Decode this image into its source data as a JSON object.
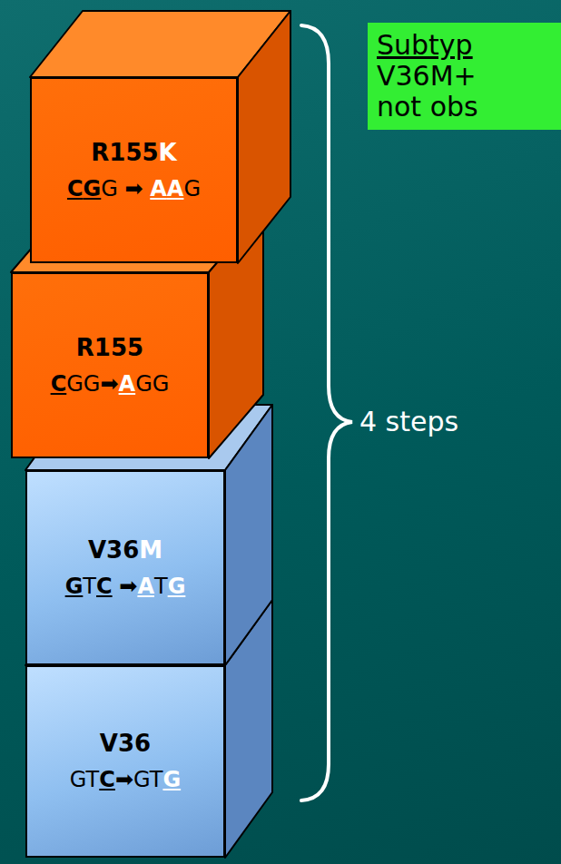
{
  "diagram": {
    "nodes": [
      {
        "text": [
          "R155K",
          "CGG ➡ AAG"
        ]
      },
      {
        "text": [
          "R155",
          "CGG➡AGG"
        ]
      },
      {
        "text": [
          "V36M",
          "GTC ➡ATG"
        ]
      },
      {
        "text": [
          "V36",
          "GTC➡GTG"
        ]
      },
      {
        "text": [
          "Subtyp",
          "V36M+ not obs"
        ]
      }
    ],
    "labels": [
      "4 steps"
    ]
  }
}
